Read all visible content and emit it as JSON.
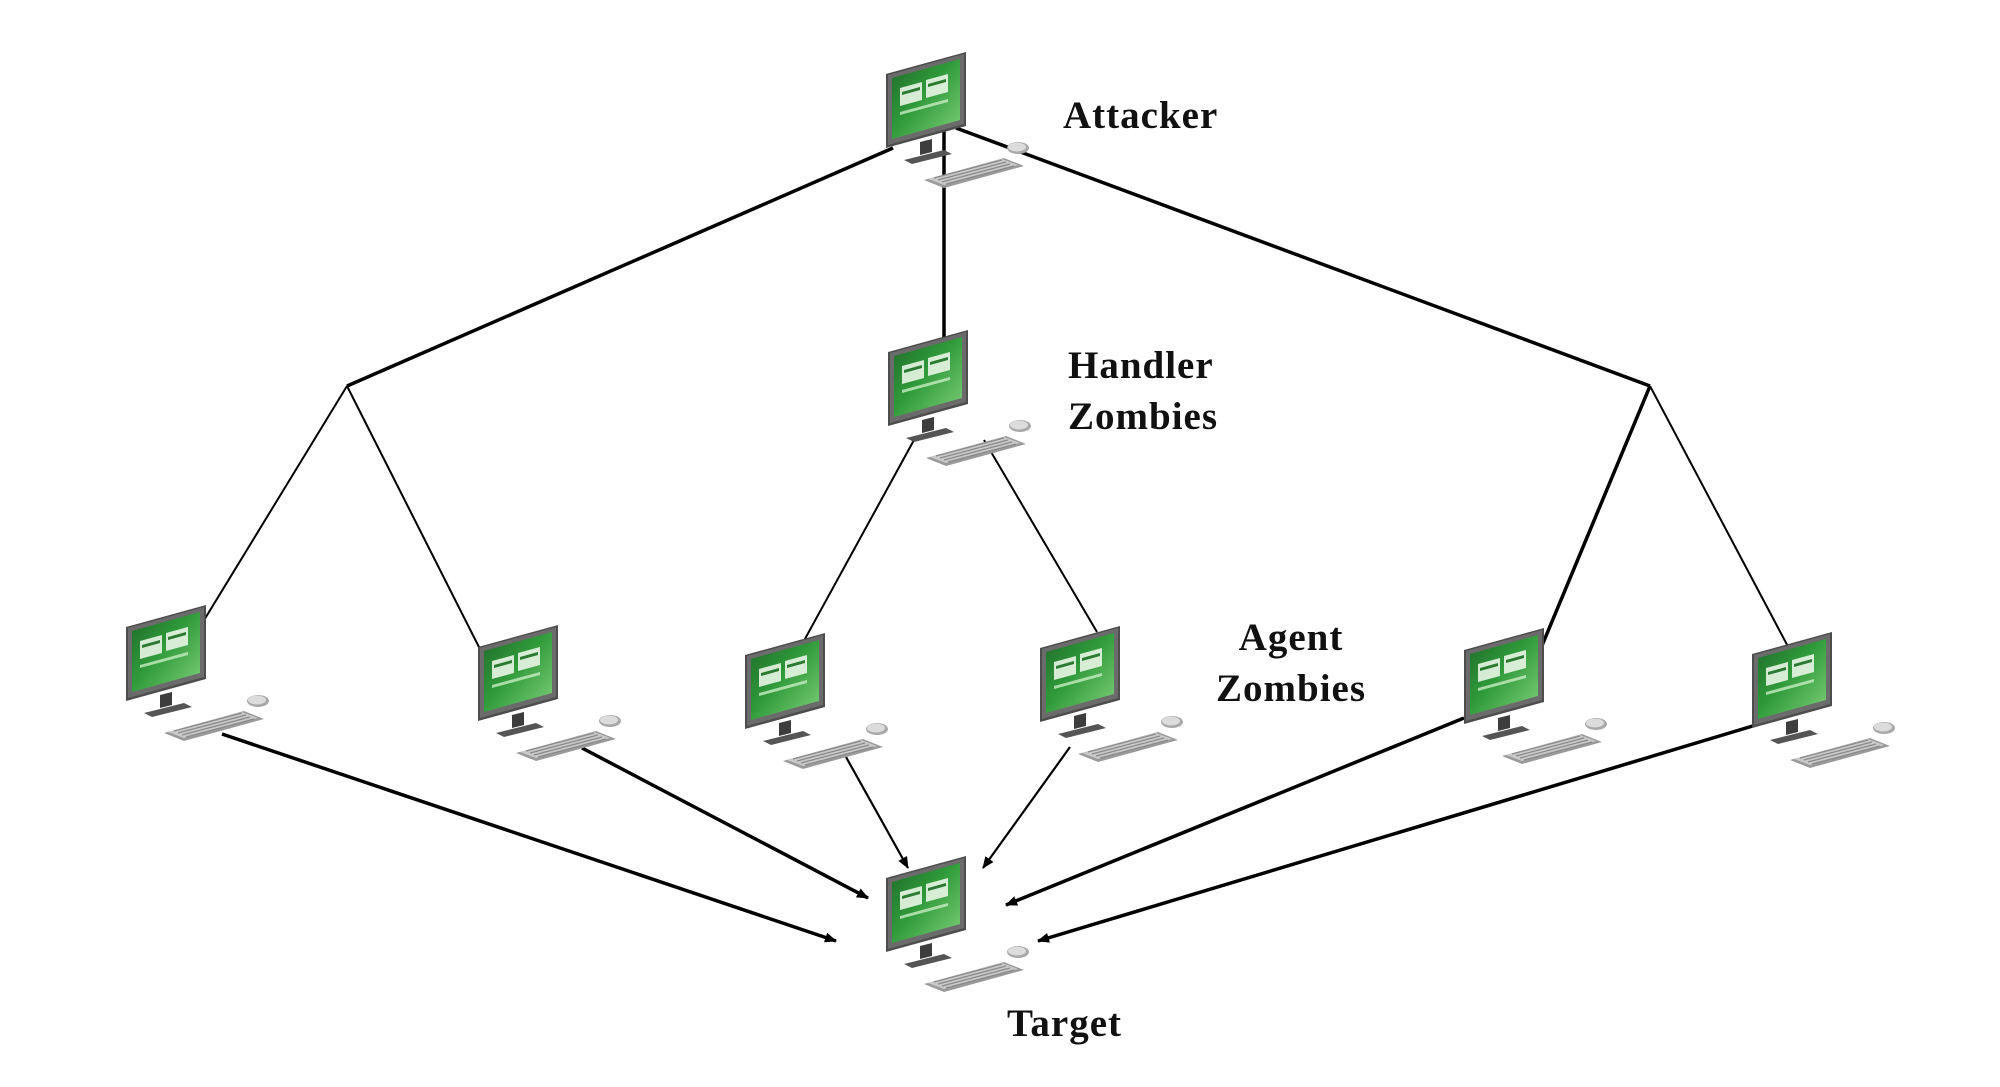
{
  "labels": {
    "attacker": "Attacker",
    "handler_line1": "Handler",
    "handler_line2": "Zombies",
    "agent_line1": "Agent",
    "agent_line2": "Zombies",
    "target": "Target"
  },
  "colors": {
    "screen_dark": "#1f6a2a",
    "screen_mid": "#2f9a3a",
    "screen_light": "#7fd07a",
    "bezel": "#5a5a5a",
    "line": "#000000"
  },
  "nodes": [
    {
      "id": "attacker",
      "role": "attacker"
    },
    {
      "id": "handler",
      "role": "handler"
    },
    {
      "id": "agent-1",
      "role": "agent"
    },
    {
      "id": "agent-2",
      "role": "agent"
    },
    {
      "id": "agent-3",
      "role": "agent"
    },
    {
      "id": "agent-4",
      "role": "agent"
    },
    {
      "id": "agent-5",
      "role": "agent"
    },
    {
      "id": "agent-6",
      "role": "agent"
    },
    {
      "id": "target",
      "role": "target"
    }
  ]
}
